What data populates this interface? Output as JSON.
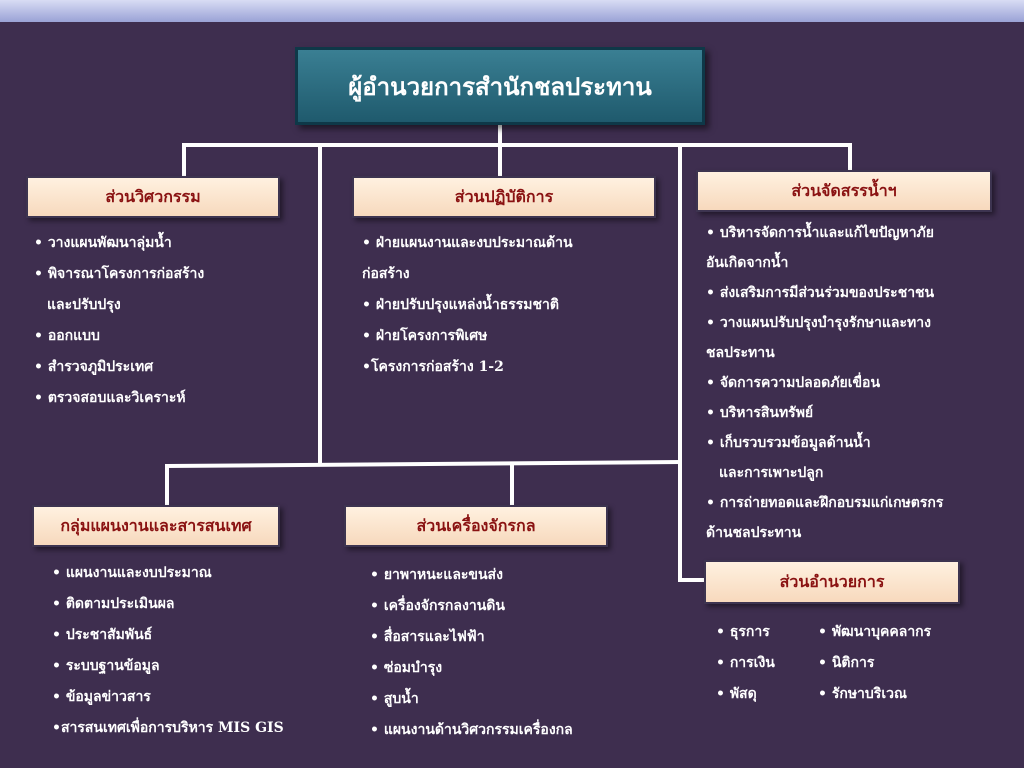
{
  "root": {
    "title": "ผู้อำนวยการสำนักชลประทาน"
  },
  "units": {
    "engineering": {
      "title": "ส่วนวิศวกรรม",
      "items": [
        "• วางแผนพัฒนาลุ่มน้ำ",
        "• พิจารณาโครงการก่อสร้าง",
        "และปรับปรุง",
        "• ออกแบบ",
        "• สำรวจภูมิประเทศ",
        "• ตรวจสอบและวิเคราะห์"
      ]
    },
    "operations": {
      "title": "ส่วนปฏิบัติการ",
      "items": [
        "• ฝ่ายแผนงานและงบประมาณด้าน",
        "ก่อสร้าง",
        "• ฝ่ายปรับปรุงแหล่งน้ำธรรมชาติ",
        "• ฝ่ายโครงการพิเศษ",
        "•โครงการก่อสร้าง 1-2"
      ]
    },
    "water_allocation": {
      "title": "ส่วนจัดสรรน้ำฯ",
      "items": [
        "• บริหารจัดการน้ำและแก้ไขปัญหาภัย",
        "อันเกิดจากน้ำ",
        "•  ส่งเสริมการมีส่วนร่วมของประชาชน",
        "• วางแผนปรับปรุงบำรุงรักษาและทาง",
        "ชลประทาน",
        "•  จัดการความปลอดภัยเขื่อน",
        "•  บริหารสินทรัพย์",
        "•  เก็บรวบรวมข้อมูลด้านน้ำ",
        "และการเพาะปลูก",
        "• การถ่ายทอดและฝึกอบรมแก่เกษตรกร",
        "ด้านชลประทาน"
      ]
    },
    "planning_info": {
      "title": "กลุ่มแผนงานและสารสนเทศ",
      "items": [
        "• แผนงานและงบประมาณ",
        "• ติดตามประเมินผล",
        "• ประชาสัมพันธ์",
        "• ระบบฐานข้อมูล",
        "• ข้อมูลข่าวสาร",
        "•สารสนเทศเพื่อการบริหาร MIS GIS"
      ]
    },
    "machinery": {
      "title": "ส่วนเครื่องจักรกล",
      "items": [
        "• ยาพาหนะและขนส่ง",
        "• เครื่องจักรกลงานดิน",
        "• สื่อสารและไฟฟ้า",
        "• ซ่อมบำรุง",
        "• สูบน้ำ",
        "• แผนงานด้านวิศวกรรมเครื่องกล"
      ]
    },
    "administration": {
      "title": "ส่วนอำนวยการ",
      "items_left": [
        "• ธุรการ",
        "• การเงิน",
        "• พัสดุ"
      ],
      "items_right": [
        "• พัฒนาบุคคลากร",
        "• นิติการ",
        "• รักษาบริเวณ"
      ]
    }
  },
  "colors": {
    "background": "#3e2e4f",
    "root_box": "#2a6b7e",
    "unit_box": "#fbe3cc",
    "unit_title": "#8a1212",
    "connector": "#ffffff",
    "text": "#ffffff"
  }
}
